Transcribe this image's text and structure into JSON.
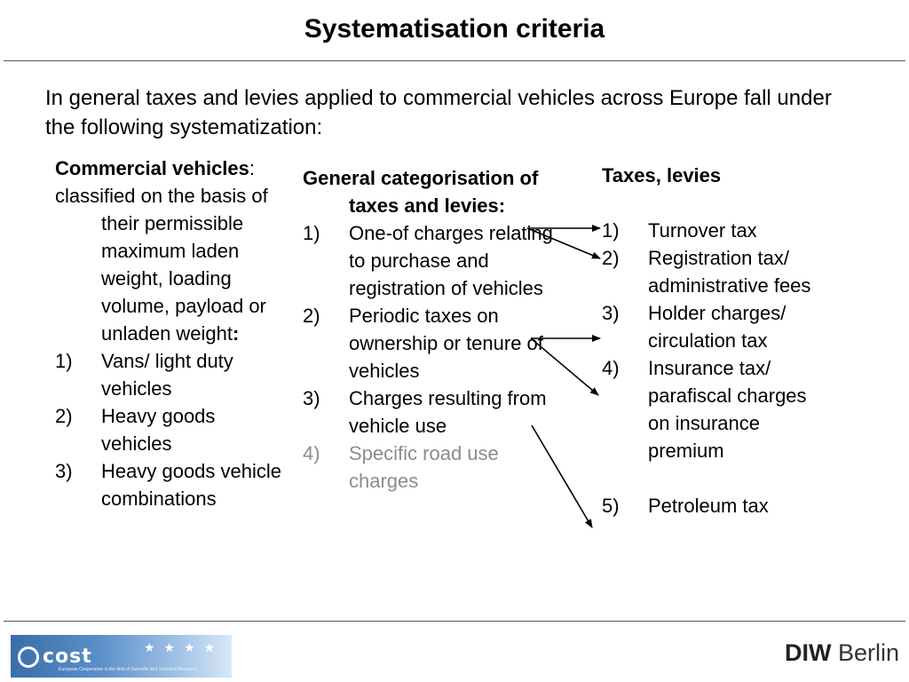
{
  "title": "Systematisation criteria",
  "intro": "In general taxes and levies applied to commercial vehicles across Europe fall under the following systematization:",
  "col1": {
    "heading": "Commercial vehicles",
    "heading_suffix": ":",
    "desc": "classified on the basis of their permissible maximum laden weight, loading volume, payload or unladen weight",
    "desc_suffix": ":",
    "items": [
      {
        "num": "1)",
        "text": "Vans/ light duty vehicles"
      },
      {
        "num": "2)",
        "text": "Heavy goods vehicles"
      },
      {
        "num": "3)",
        "text": "Heavy goods vehicle combinations"
      }
    ]
  },
  "col2": {
    "heading": "General categorisation of taxes and levies:",
    "items": [
      {
        "num": "1)",
        "text": "One-of charges relating to purchase and registration of vehicles"
      },
      {
        "num": "2)",
        "text": "Periodic taxes on ownership or tenure of vehicles"
      },
      {
        "num": "3)",
        "text": "Charges resulting from vehicle use"
      },
      {
        "num": "4)",
        "text": "Specific road use charges"
      }
    ]
  },
  "col3": {
    "heading": "Taxes, levies",
    "items": [
      {
        "num": "1)",
        "text": "Turnover tax"
      },
      {
        "num": "2)",
        "text": "Registration tax/ administrative fees"
      },
      {
        "num": "3)",
        "text": "Holder charges/ circulation tax"
      },
      {
        "num": "4)",
        "text": "Insurance tax/ parafiscal charges on insurance premium"
      },
      {
        "num": "5)",
        "text": "Petroleum tax"
      }
    ]
  },
  "footer": {
    "cost_logo_text": "cost",
    "cost_tagline": "European Cooperation in the field of Scientific and Technical Research",
    "diw_bold": "DIW",
    "diw_rest": "Berlin"
  },
  "colors": {
    "muted_item": "#8c8c8c",
    "rule": "#555555"
  }
}
